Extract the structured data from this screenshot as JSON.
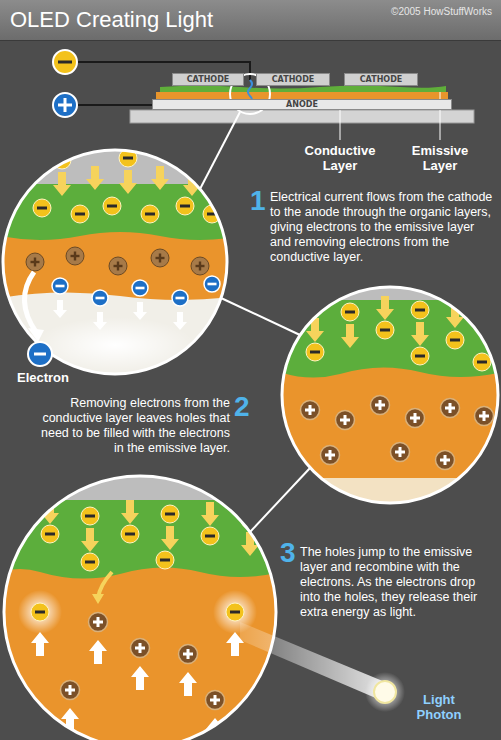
{
  "diagram": {
    "title": "OLED Creating Light",
    "nodes": [
      {
        "text": [
          "CATHODE"
        ]
      },
      {
        "text": [
          "CATHODE"
        ]
      },
      {
        "text": [
          "CATHODE"
        ]
      },
      {
        "text": [
          "ANODE"
        ]
      }
    ],
    "labels": [
      "©2005 HowStuffWorks",
      "Conductive Layer",
      "Emissive Layer",
      "1",
      "Electrical current flows from the cathode to the anode through the organic layers, giving electrons to the emissive layer and removing electrons from the conductive layer.",
      "Electron",
      "2",
      "Removing electrons from the conductive layer leaves holes that need to be filled with the electrons in the emissive layer.",
      "3",
      "The holes jump to the emissive layer and recombine with the electrons. As the electrons drop into the holes, they release their extra energy as light.",
      "Light Photon"
    ]
  }
}
